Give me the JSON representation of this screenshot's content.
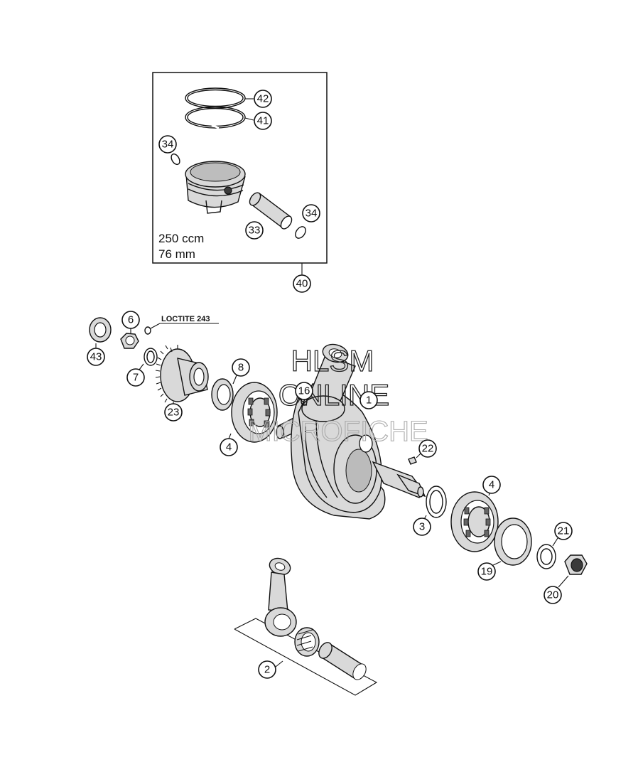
{
  "piston_box": {
    "displacement": "250 ccm",
    "bore": "76 mm"
  },
  "annotation": {
    "threadlock": "LOCTITE 243"
  },
  "watermark": {
    "line1": "HLSM",
    "line2": "ONLINE",
    "line3": "MICROFICHE"
  },
  "callouts": {
    "c42": "42",
    "c41": "41",
    "c34a": "34",
    "c34b": "34",
    "c33": "33",
    "c40": "40",
    "c6": "6",
    "c43": "43",
    "c7": "7",
    "c23": "23",
    "c8": "8",
    "c4a": "4",
    "c16": "16",
    "c1": "1",
    "c22": "22",
    "c4b": "4",
    "c3": "3",
    "c21": "21",
    "c19": "19",
    "c20": "20",
    "c2": "2"
  }
}
